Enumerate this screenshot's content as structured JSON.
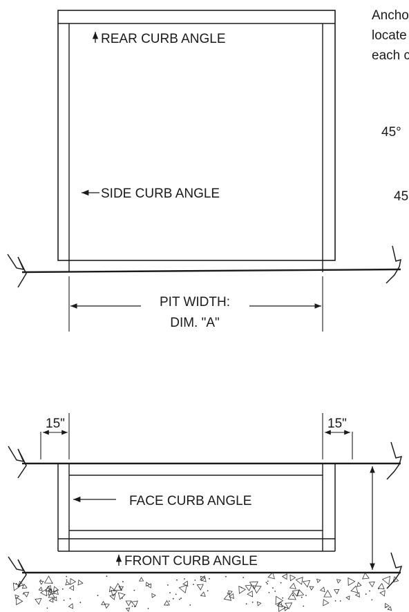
{
  "notes": {
    "line1": "Ancho",
    "line2": "locate",
    "line3": "each c",
    "angle_a": "45°",
    "angle_b": "45"
  },
  "plan_view": {
    "rear_curb_angle": "REAR CURB ANGLE",
    "side_curb_angle": "SIDE CURB ANGLE",
    "pit_width_line1": "PIT WIDTH:",
    "pit_width_line2": "DIM. \"A\""
  },
  "elevation_view": {
    "dim_left": "15\"",
    "dim_right": "15\"",
    "face_curb_angle": "FACE CURB ANGLE",
    "front_curb_angle": "FRONT CURB ANGLE"
  }
}
